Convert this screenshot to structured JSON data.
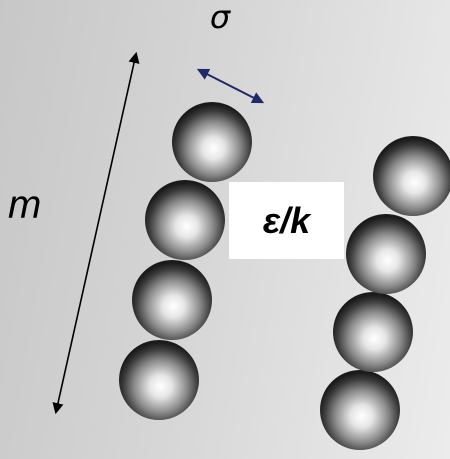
{
  "labels": {
    "sigma": "σ",
    "m": "m",
    "epsilon_over_k": "ε/k"
  },
  "colors": {
    "size_arrow": "#1f2a6b",
    "length_arrow": "#000000",
    "bead_highlight": "#ffffff",
    "bead_shadow": "#1a1a1a"
  },
  "chains": [
    {
      "name": "left-chain",
      "beads": 4
    },
    {
      "name": "right-chain",
      "beads": 4
    }
  ]
}
